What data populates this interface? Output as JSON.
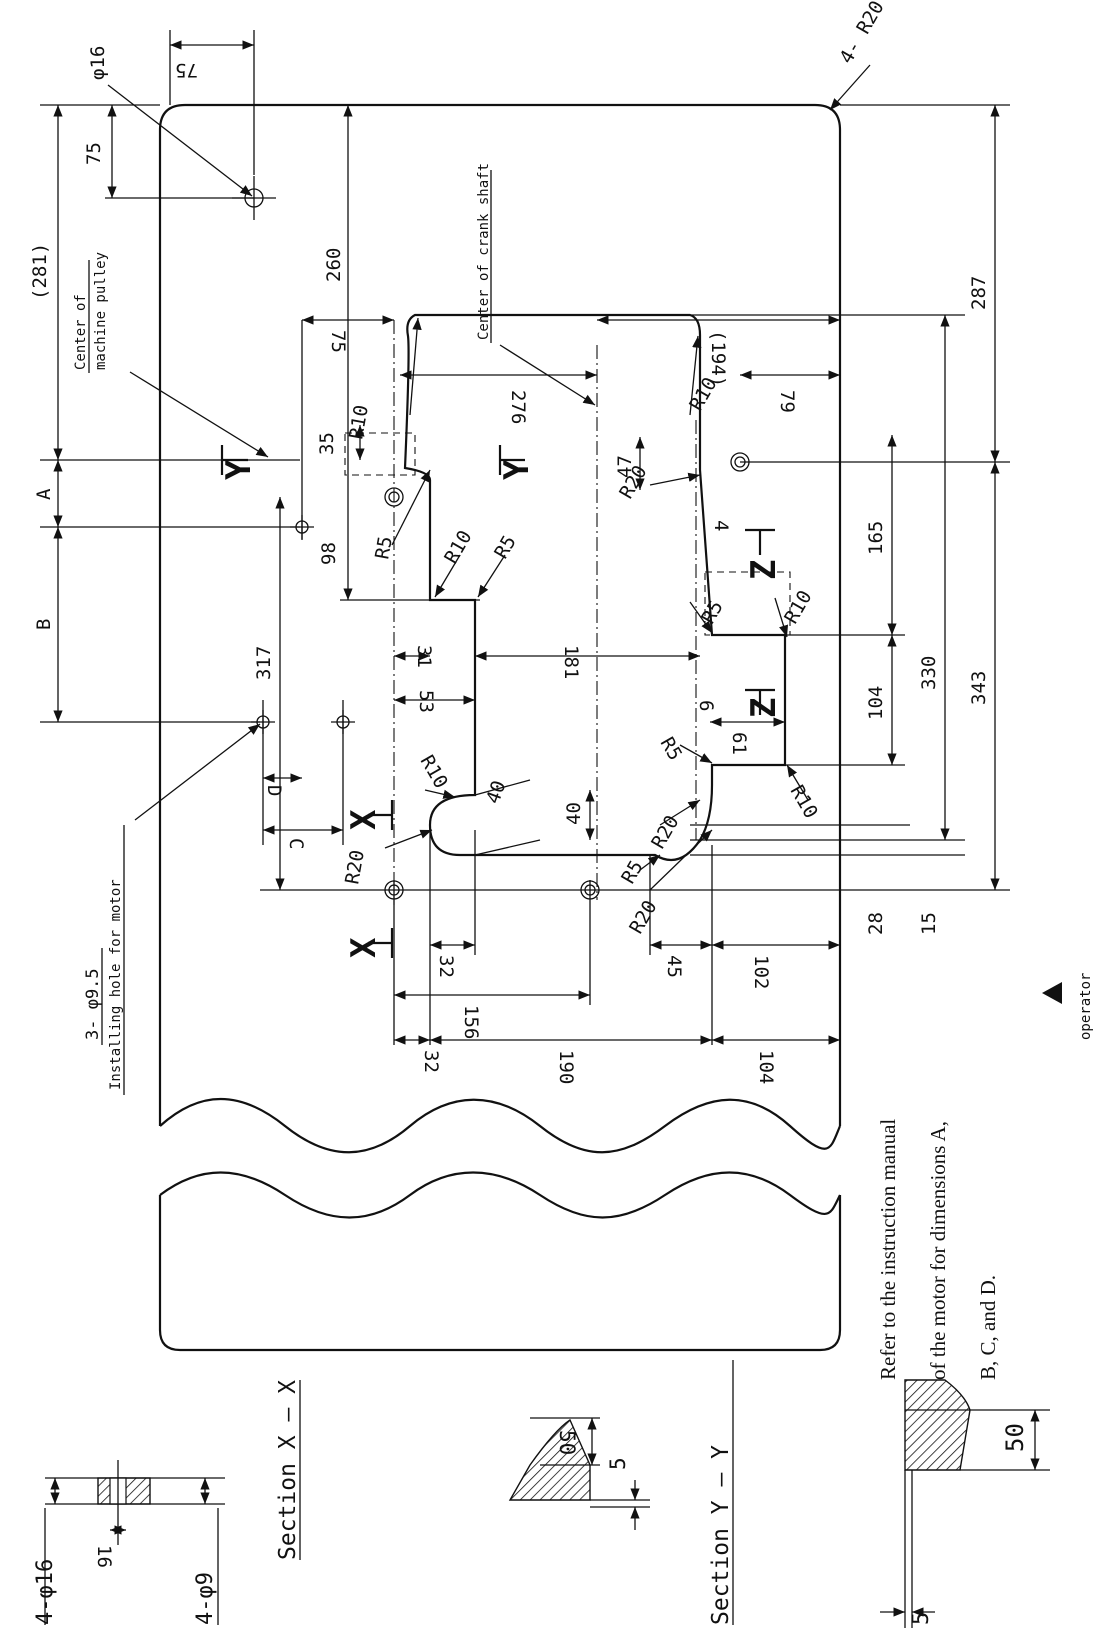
{
  "labels": {
    "pulley_center": [
      "Center of",
      "machine pulley"
    ],
    "crank_center": "Center of crank shaft",
    "motor_holes_count": "3- φ9.5",
    "motor_holes_text": "Installing hole for motor",
    "corner_radius": "4- R20",
    "hole16": "φ16",
    "operator": "operator",
    "note_lines": [
      "Refer to the instruction manual",
      "of the motor for dimensions A,",
      "B, C, and D."
    ]
  },
  "section_labels": {
    "x": "Section X – X",
    "y": "Section Y – Y",
    "left_holes_top": "4-φ16",
    "left_holes_bottom": "4-φ9"
  },
  "view_letters": [
    "Y",
    "Y",
    "X",
    "X",
    "Z",
    "Z"
  ],
  "dims": {
    "d75a": "75",
    "d75b": "75",
    "d281": "(281)",
    "d260": "260",
    "d75c": "75",
    "d276": "276",
    "d194": "(194)",
    "d79": "79",
    "d287": "287",
    "d35": "35",
    "d98": "98",
    "d317": "317",
    "d31": "31",
    "d181": "181",
    "d53": "53",
    "d47": "47",
    "d4": "4",
    "d165": "165",
    "d104r": "104",
    "d330": "330",
    "d343": "343",
    "d6": "6",
    "d61": "61",
    "d40a": "40",
    "d40b": "40",
    "d28": "28",
    "d15": "15",
    "d32a": "32",
    "d156": "156",
    "d45": "45",
    "d102": "102",
    "d32b": "32",
    "d190": "190",
    "d104b": "104",
    "s16": "16",
    "s50a": "50",
    "s5a": "5",
    "s50b": "50",
    "s5b": "5",
    "dA": "A",
    "dB": "B",
    "dC": "C",
    "dD": "D"
  },
  "radii": {
    "r10a": "R10",
    "r5a": "R5",
    "r10b": "R10",
    "r5b": "R5",
    "r10c": "R10",
    "r20a": "R20",
    "r5c": "R5",
    "r10d": "R10",
    "r5d": "R5",
    "r10e": "R10",
    "r10f": "R10",
    "r20b": "R20",
    "r20c": "R20",
    "r5e": "R5",
    "r20d": "R20"
  }
}
